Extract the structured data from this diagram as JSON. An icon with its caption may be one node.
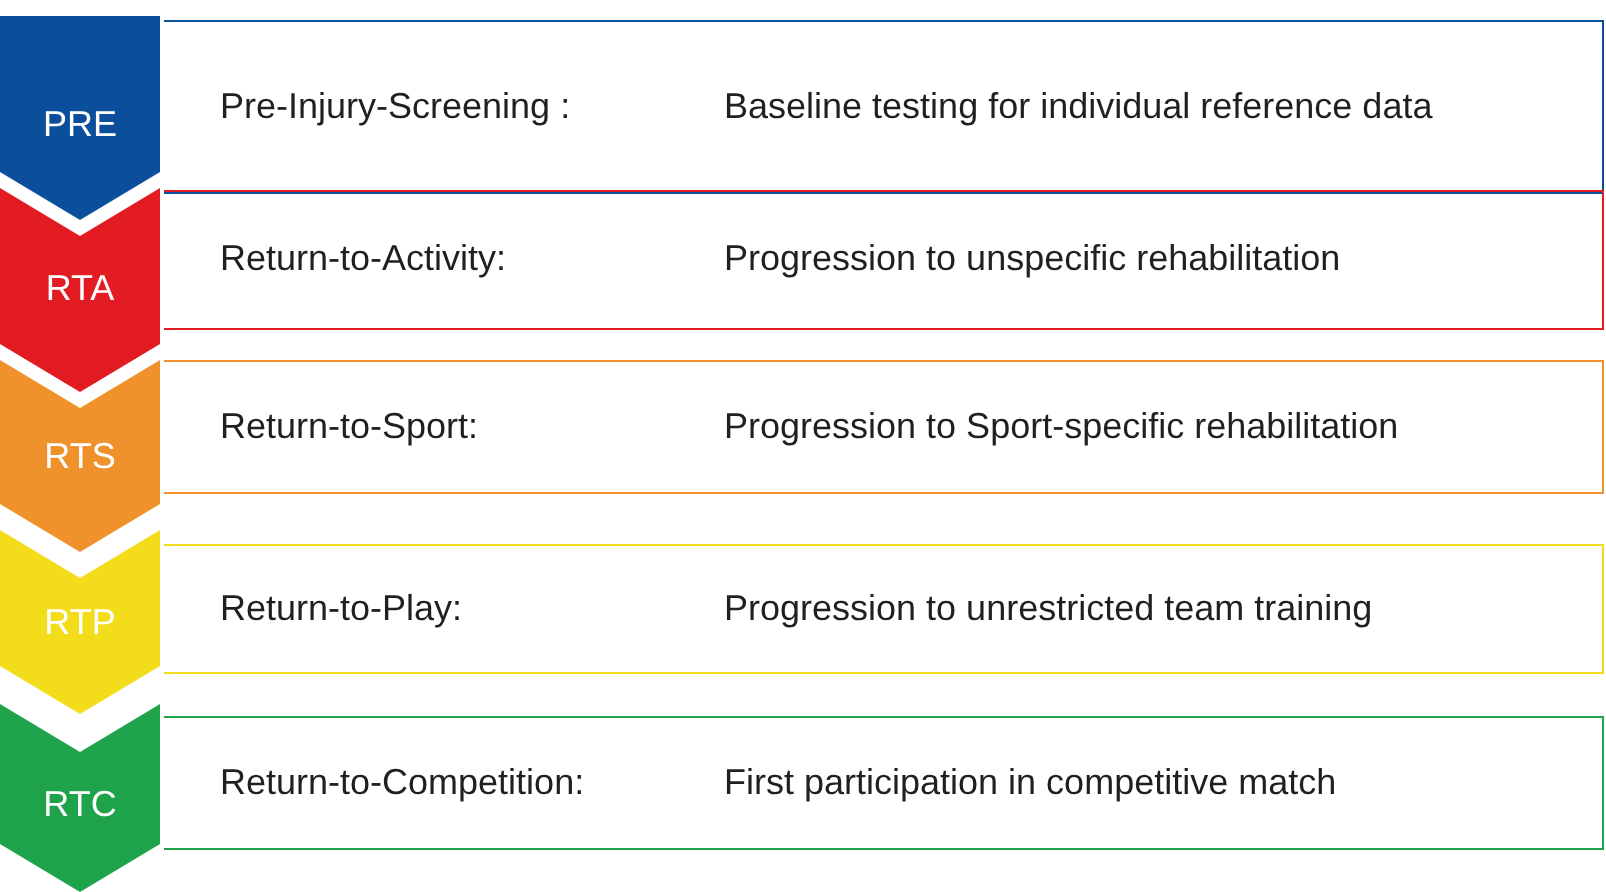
{
  "diagram": {
    "nodes": [
      {
        "text": [
          "PRE"
        ]
      },
      {
        "text": [
          "Pre-Injury-Screening :",
          "Baseline testing for individual reference data"
        ]
      },
      {
        "text": [
          "RTA"
        ]
      },
      {
        "text": [
          "Return-to-Activity:",
          "Progression to unspecific rehabilitation"
        ]
      },
      {
        "text": [
          "RTS"
        ]
      },
      {
        "text": [
          "Return-to-Sport:",
          "Progression to Sport-specific rehabilitation"
        ]
      },
      {
        "text": [
          "RTP"
        ]
      },
      {
        "text": [
          "Return-to-Play:",
          "Progression to unrestricted team training"
        ]
      },
      {
        "text": [
          "RTC"
        ]
      },
      {
        "text": [
          "Return-to-Competition:",
          "First participation in competitive match"
        ]
      }
    ]
  }
}
